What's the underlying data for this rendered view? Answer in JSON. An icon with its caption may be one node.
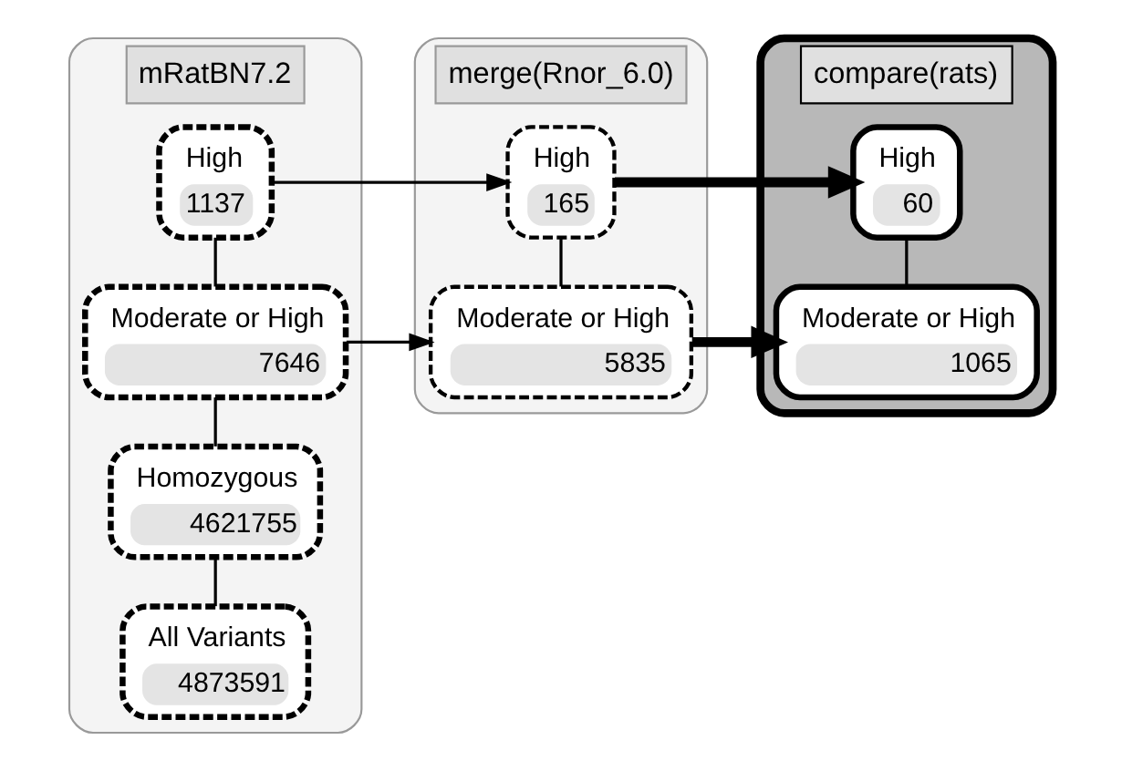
{
  "diagram": {
    "nodes": [
      {
        "text": [
          "mRatBN7.2"
        ]
      },
      {
        "text": [
          "All Variants",
          "4873591"
        ],
        "in": 0
      },
      {
        "text": [
          "Homozygous",
          "4621755"
        ],
        "in": 0
      },
      {
        "text": [
          "Moderate or High",
          "7646"
        ],
        "in": 0
      },
      {
        "text": [
          "High",
          "1137"
        ],
        "in": 0
      },
      {
        "text": [
          "merge(Rnor_6.0)"
        ]
      },
      {
        "text": [
          "Moderate or High",
          "5835"
        ],
        "in": 5
      },
      {
        "text": [
          "High",
          "165"
        ],
        "in": 5
      },
      {
        "text": [
          "compare(rats)"
        ]
      },
      {
        "text": [
          "Moderate or High",
          "1065"
        ],
        "in": 8
      },
      {
        "text": [
          "High",
          "60"
        ],
        "in": 8
      }
    ],
    "edges": [
      {
        "from": 1,
        "to": 2,
        "arrow": "none"
      },
      {
        "from": 2,
        "to": 3,
        "arrow": "none"
      },
      {
        "from": 3,
        "to": 4,
        "arrow": "none"
      },
      {
        "from": 3,
        "to": 6,
        "arrow": "to"
      },
      {
        "from": 4,
        "to": 7,
        "arrow": "to"
      },
      {
        "from": 6,
        "to": 7,
        "arrow": "none"
      },
      {
        "from": 6,
        "to": 9,
        "arrow": "to",
        "style": "thick"
      },
      {
        "from": 7,
        "to": 10,
        "arrow": "to",
        "style": "thick"
      },
      {
        "from": 9,
        "to": 10,
        "arrow": "none"
      }
    ]
  }
}
